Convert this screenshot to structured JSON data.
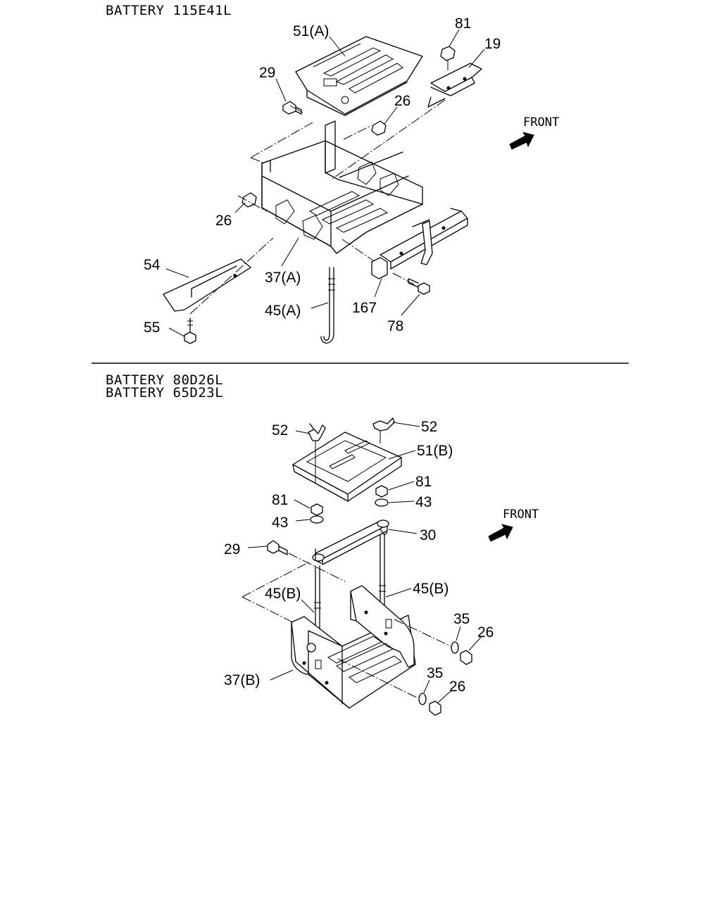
{
  "sections": {
    "top": {
      "headers": [
        "BATTERY 115E41L"
      ]
    },
    "bottom": {
      "headers": [
        "BATTERY 80D26L",
        "BATTERY 65D23L"
      ]
    }
  },
  "front_label": "FRONT",
  "callouts_top": {
    "c51a": "51(A)",
    "c81": "81",
    "c19": "19",
    "c29": "29",
    "c26a": "26",
    "c26b": "26",
    "c54": "54",
    "c37a": "37(A)",
    "c45a": "45(A)",
    "c167": "167",
    "c78": "78",
    "c55": "55"
  },
  "callouts_bottom": {
    "c52a": "52",
    "c52b": "52",
    "c51b": "51(B)",
    "c81a": "81",
    "c81b": "81",
    "c43a": "43",
    "c43b": "43",
    "c30": "30",
    "c29": "29",
    "c45ba": "45(B)",
    "c45bb": "45(B)",
    "c35a": "35",
    "c35b": "35",
    "c26a": "26",
    "c26b": "26",
    "c37b": "37(B)"
  }
}
